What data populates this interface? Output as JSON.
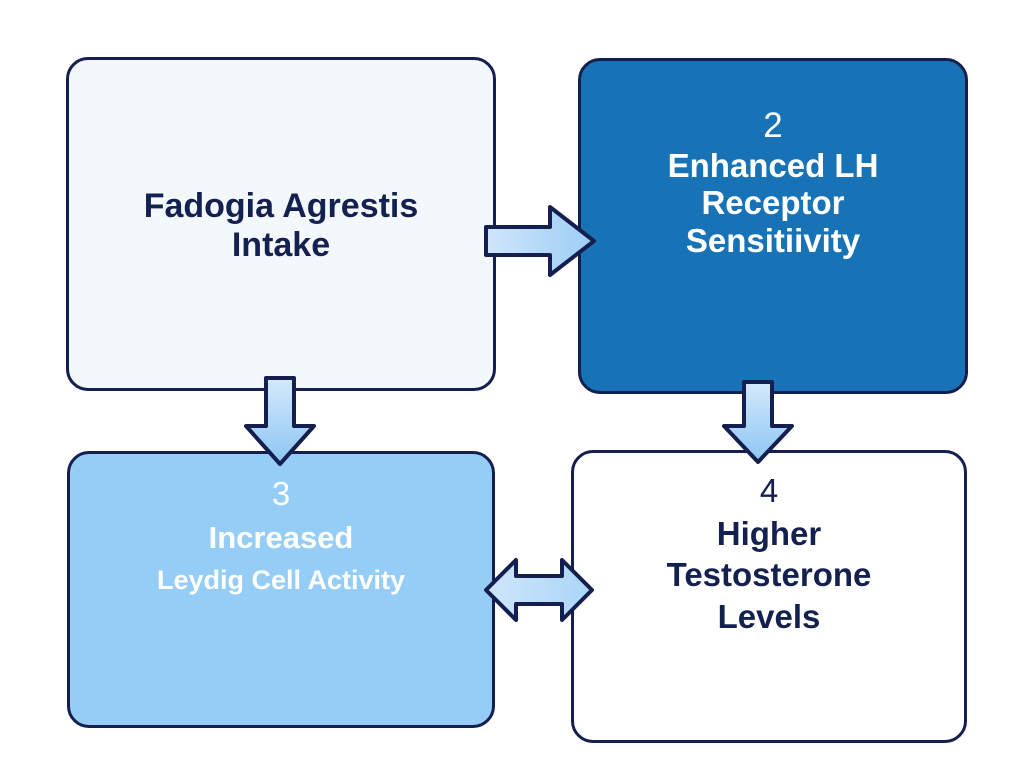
{
  "diagram": {
    "type": "flowchart",
    "background_color": "#ffffff",
    "border_color": "#141f50",
    "arrow_fill": "#b2d9f7",
    "arrow_outline": "#141f50",
    "nodes": [
      {
        "id": "node-1",
        "number": "",
        "lines": [
          "Fadogia Agrestis",
          "Intake"
        ],
        "fill": "#f3f8fd",
        "text_color": "#14204f"
      },
      {
        "id": "node-2",
        "number": "2",
        "lines": [
          "Enhanced LH",
          "Receptor",
          "Sensitiivity"
        ],
        "fill": "#1873b6",
        "text_color": "#ffffff"
      },
      {
        "id": "node-3",
        "number": "3",
        "lines": [
          "Increased",
          "Leydig Cell Activity"
        ],
        "fill": "#95cdf7",
        "text_color": "#ffffff"
      },
      {
        "id": "node-4",
        "number": "4",
        "lines": [
          "Higher",
          "Testosterone",
          "Levels"
        ],
        "fill": "#ffffff",
        "text_color": "#14204f"
      }
    ],
    "arrows": [
      {
        "id": "arrow-1-2",
        "from": "node-1",
        "to": "node-2",
        "direction": "right",
        "icon": "arrow-right-icon"
      },
      {
        "id": "arrow-1-3",
        "from": "node-1",
        "to": "node-3",
        "direction": "down",
        "icon": "arrow-down-icon"
      },
      {
        "id": "arrow-2-4",
        "from": "node-2",
        "to": "node-4",
        "direction": "down",
        "icon": "arrow-down-icon"
      },
      {
        "id": "arrow-3-4",
        "from": "node-3",
        "to": "node-4",
        "direction": "bidirectional",
        "icon": "arrow-left-right-icon"
      }
    ]
  }
}
